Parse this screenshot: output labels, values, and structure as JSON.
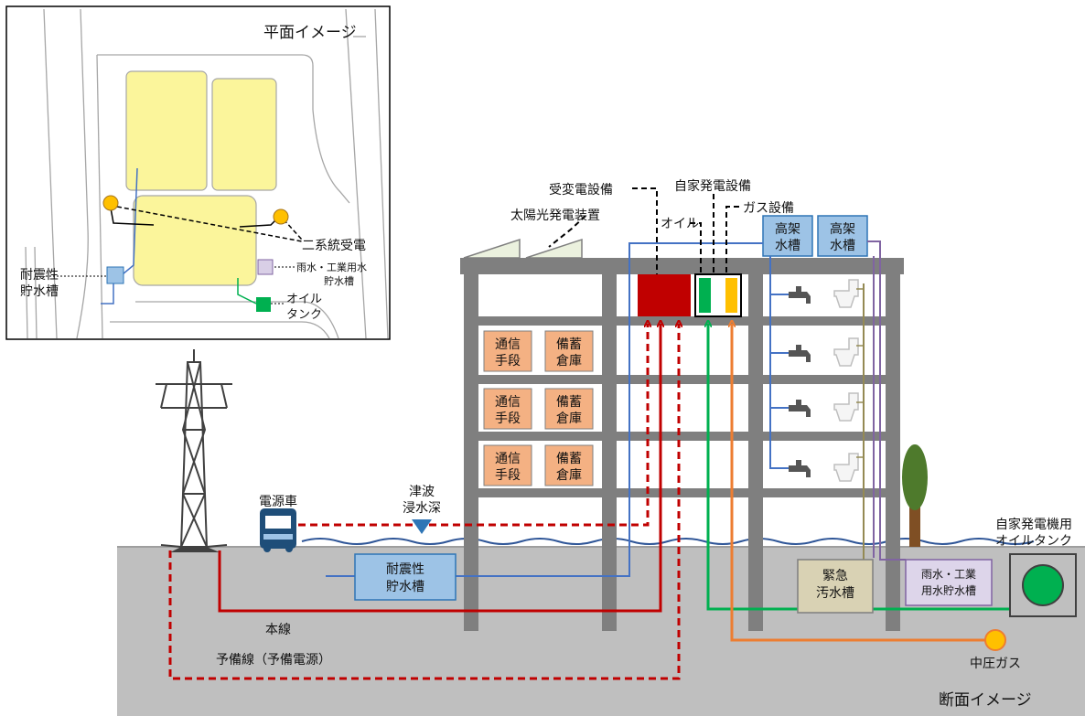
{
  "plan": {
    "title": "平面イメージ",
    "dual_power_label": "二系統受電",
    "seismic_tank_label": [
      "耐震性",
      "貯水槽"
    ],
    "rain_tank_label": [
      "雨水・工業用水",
      "貯水槽"
    ],
    "oil_tank_label": [
      "オイル",
      "タンク"
    ]
  },
  "section": {
    "title": "断面イメージ",
    "substation_label": "受変電設備",
    "private_gen_label": "自家発電設備",
    "gas_equipment_label": "ガス設備",
    "solar_label": "太陽光発電装置",
    "oil_label": "オイル",
    "elevated_tank_labels": [
      [
        "高架",
        "水槽"
      ],
      [
        "高架",
        "水槽"
      ]
    ],
    "rooms": [
      {
        "comm": [
          "通信",
          "手段"
        ],
        "storage": [
          "備蓄",
          "倉庫"
        ]
      },
      {
        "comm": [
          "通信",
          "手段"
        ],
        "storage": [
          "備蓄",
          "倉庫"
        ]
      },
      {
        "comm": [
          "通信",
          "手段"
        ],
        "storage": [
          "備蓄",
          "倉庫"
        ]
      }
    ],
    "power_car_label": "電源車",
    "tsunami_label": [
      "津波",
      "浸水深"
    ],
    "seismic_tank_label": [
      "耐震性",
      "貯水槽"
    ],
    "main_line_label": "本線",
    "backup_line_label": "予備線（予備電源）",
    "sewage_tank_label": [
      "緊急",
      "汚水槽"
    ],
    "rain_tank_label": [
      "雨水・工業",
      "用水貯水槽"
    ],
    "gen_oil_tank_label": [
      "自家発電機用",
      "オイルタンク"
    ],
    "gas_label": "中圧ガス"
  },
  "colors": {
    "power_line": "#c00000",
    "water_line": "#4472c4",
    "gas_line": "#ed7d31",
    "oil_line": "#00b050",
    "drain_line": "#8064a2",
    "sewage_line": "#948a54",
    "room_fill": "#f4b183",
    "tank_fill": "#9dc3e6",
    "plan_building_fill": "#fbf59b"
  }
}
